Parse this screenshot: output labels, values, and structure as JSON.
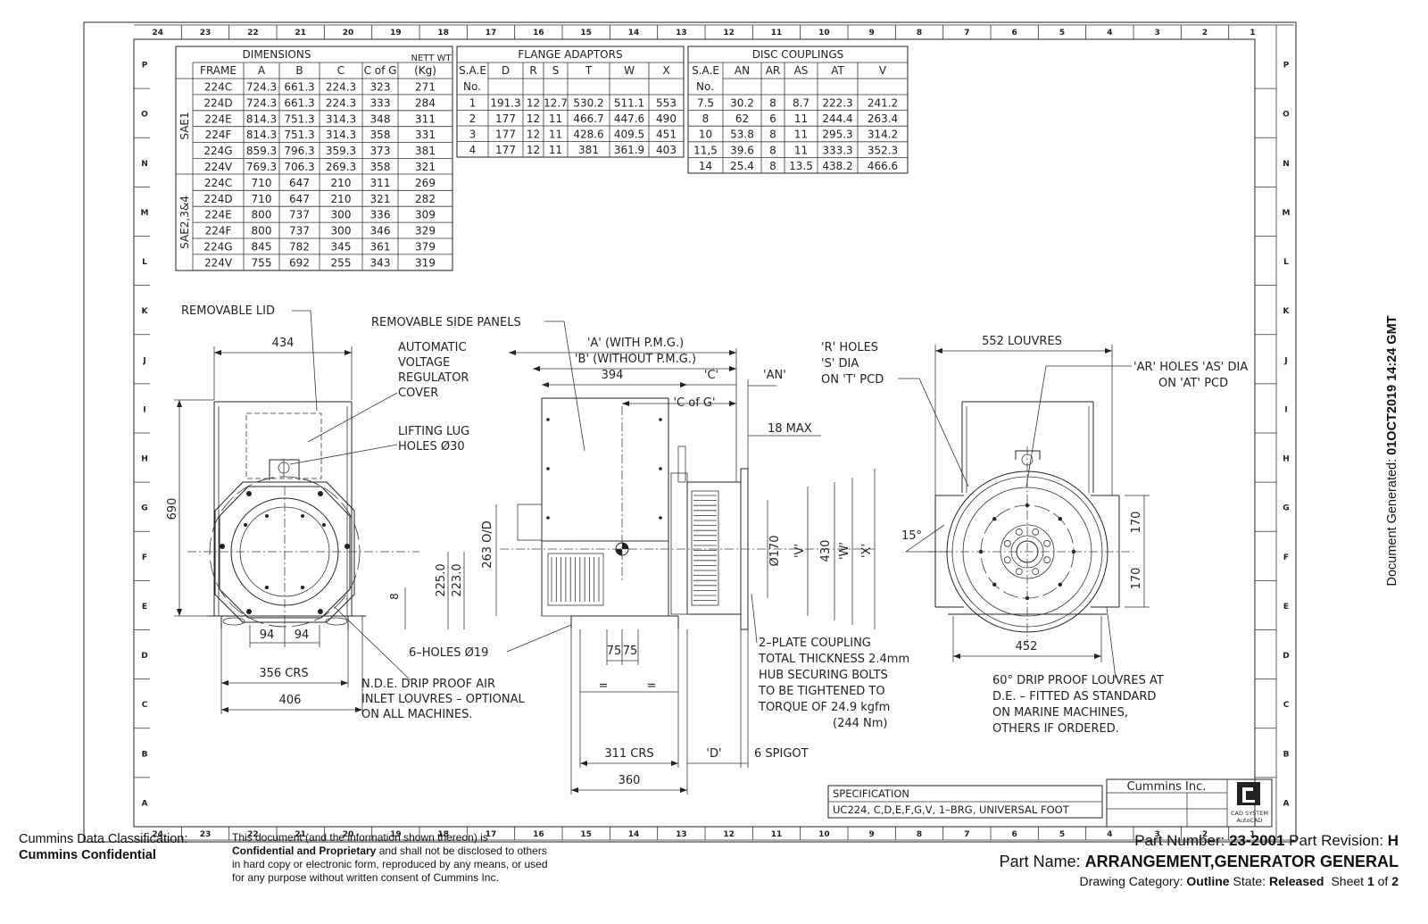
{
  "border": {
    "col_labels": [
      "24",
      "23",
      "22",
      "21",
      "20",
      "19",
      "18",
      "17",
      "16",
      "15",
      "14",
      "13",
      "12",
      "11",
      "10",
      "9",
      "8",
      "7",
      "6",
      "5",
      "4",
      "3",
      "2",
      "1"
    ],
    "row_labels": [
      "P",
      "O",
      "N",
      "M",
      "L",
      "K",
      "J",
      "I",
      "H",
      "G",
      "F",
      "E",
      "D",
      "C",
      "B",
      "A"
    ]
  },
  "dimensions_table": {
    "title": "DIMENSIONS",
    "nett_wt_header": "NETT WT",
    "headers": [
      "FRAME",
      "A",
      "B",
      "C",
      "C of G",
      "(Kg)"
    ],
    "groups": [
      {
        "label": "SAE1",
        "rows": [
          [
            "224C",
            "724.3",
            "661.3",
            "224.3",
            "323",
            "271"
          ],
          [
            "224D",
            "724.3",
            "661.3",
            "224.3",
            "333",
            "284"
          ],
          [
            "224E",
            "814.3",
            "751.3",
            "314.3",
            "348",
            "311"
          ],
          [
            "224F",
            "814.3",
            "751.3",
            "314.3",
            "358",
            "331"
          ],
          [
            "224G",
            "859.3",
            "796.3",
            "359.3",
            "373",
            "381"
          ],
          [
            "224V",
            "769.3",
            "706.3",
            "269.3",
            "358",
            "321"
          ]
        ]
      },
      {
        "label": "SAE2,3&4",
        "rows": [
          [
            "224C",
            "710",
            "647",
            "210",
            "311",
            "269"
          ],
          [
            "224D",
            "710",
            "647",
            "210",
            "321",
            "282"
          ],
          [
            "224E",
            "800",
            "737",
            "300",
            "336",
            "309"
          ],
          [
            "224F",
            "800",
            "737",
            "300",
            "346",
            "329"
          ],
          [
            "224G",
            "845",
            "782",
            "345",
            "361",
            "379"
          ],
          [
            "224V",
            "755",
            "692",
            "255",
            "343",
            "319"
          ]
        ]
      }
    ]
  },
  "flange_table": {
    "title": "FLANGE ADAPTORS",
    "headers": [
      "S.A.E",
      "D",
      "R",
      "S",
      "T",
      "W",
      "X"
    ],
    "sub_header": "No.",
    "rows": [
      [
        "1",
        "191.3",
        "12",
        "12.7",
        "530.2",
        "511.1",
        "553"
      ],
      [
        "2",
        "177",
        "12",
        "11",
        "466.7",
        "447.6",
        "490"
      ],
      [
        "3",
        "177",
        "12",
        "11",
        "428.6",
        "409.5",
        "451"
      ],
      [
        "4",
        "177",
        "12",
        "11",
        "381",
        "361.9",
        "403"
      ]
    ]
  },
  "disc_table": {
    "title": "DISC COUPLINGS",
    "headers": [
      "S.A.E",
      "AN",
      "AR",
      "AS",
      "AT",
      "V"
    ],
    "sub_header": "No.",
    "rows": [
      [
        "7.5",
        "30.2",
        "8",
        "8.7",
        "222.3",
        "241.2"
      ],
      [
        "8",
        "62",
        "6",
        "11",
        "244.4",
        "263.4"
      ],
      [
        "10",
        "53.8",
        "8",
        "11",
        "295.3",
        "314.2"
      ],
      [
        "11,5",
        "39.6",
        "8",
        "11",
        "333.3",
        "352.3"
      ],
      [
        "14",
        "25.4",
        "8",
        "13.5",
        "438.2",
        "466.6"
      ]
    ]
  },
  "labels": {
    "removable_lid": "REMOVABLE LID",
    "avr_1": "AUTOMATIC",
    "avr_2": "VOLTAGE",
    "avr_3": "REGULATOR",
    "avr_4": "COVER",
    "lug_1": "LIFTING LUG",
    "lug_2": "HOLES Ø30",
    "holes_6": "6–HOLES Ø19",
    "nde_1": "N.D.E. DRIP PROOF AIR",
    "nde_2": "INLET LOUVRES – OPTIONAL",
    "nde_3": "ON ALL MACHINES.",
    "side_panels": "REMOVABLE SIDE PANELS",
    "a_pmg": "'A' (WITH P.M.G.)",
    "b_pmg": "'B' (WITHOUT P.M.G.)",
    "c_label": "'C'",
    "an_label": "'AN'",
    "cofg": "'C of G'",
    "max18": "18 MAX",
    "od263": "263 O/D",
    "dia170": "Ø170",
    "v_label": "'V'",
    "w_label": "'W'",
    "x_label": "'X'",
    "coup_1": "2–PLATE COUPLING",
    "coup_2": "TOTAL THICKNESS 2.4mm",
    "coup_3": "HUB SECURING BOLTS",
    "coup_4": "TO BE TIGHTENED TO",
    "coup_5": "TORQUE OF 24.9 kgfm",
    "coup_6": "(244 Nm)",
    "crs311": "311 CRS",
    "d_label": "'D'",
    "spigot": "6 SPIGOT",
    "r_holes_1": "'R' HOLES",
    "r_holes_2": "'S' DIA",
    "r_holes_3": "ON 'T' PCD",
    "louvres552": "552 LOUVRES",
    "ar_1": "'AR' HOLES 'AS' DIA",
    "ar_2": "ON 'AT' PCD",
    "deg15": "15°",
    "de_1": "60° DRIP PROOF LOUVRES AT",
    "de_2": "D.E. – FITTED AS STANDARD",
    "de_3": "ON MARINE MACHINES,",
    "de_4": "OTHERS IF ORDERED.",
    "eq": "="
  },
  "dims": {
    "d434": "434",
    "d690": "690",
    "d94a": "94",
    "d94b": "94",
    "d356": "356 CRS",
    "d406": "406",
    "d8": "8",
    "d2250": "225.0",
    "d2230": "223.0",
    "d394": "394",
    "d430": "430",
    "d75a": "75",
    "d75b": "75",
    "d360": "360",
    "d452": "452",
    "d170a": "170",
    "d170b": "170"
  },
  "title_block": {
    "spec_label": "SPECIFICATION",
    "spec_value": "UC224, C,D,E,F,G,V, 1–BRG, UNIVERSAL FOOT",
    "company": "Cummins Inc.",
    "cad_1": "CAD SYSTEM",
    "cad_2": "AutoCAD"
  },
  "footer": {
    "classification_label": "Cummins Data Classification:",
    "classification_value": "Cummins Confidential",
    "notice_1": "This document (and the information shown thereon) is",
    "notice_2_bold": "Confidential and Proprietary",
    "notice_2_rest": " and shall not be disclosed to others",
    "notice_3": "in hard copy or electronic form, reproduced by any means, or used",
    "notice_4": "for any purpose without written consent of Cummins Inc.",
    "part_number_label": "Part Number: ",
    "part_number": "23-2001",
    "part_revision_label": " Part Revision: ",
    "part_revision": "H",
    "part_name_label": "Part Name: ",
    "part_name": "ARRANGEMENT,GENERATOR GENERAL",
    "category_label": "Drawing Category: ",
    "category": "Outline",
    "state_label": " State: ",
    "state": "Released",
    "sheet_label": "Sheet ",
    "sheet_num": "1",
    "sheet_of": " of ",
    "sheet_total": "2"
  },
  "side": {
    "generated_label": "Document Generated: ",
    "generated_value": "01OCT2019 14:24 GMT"
  }
}
